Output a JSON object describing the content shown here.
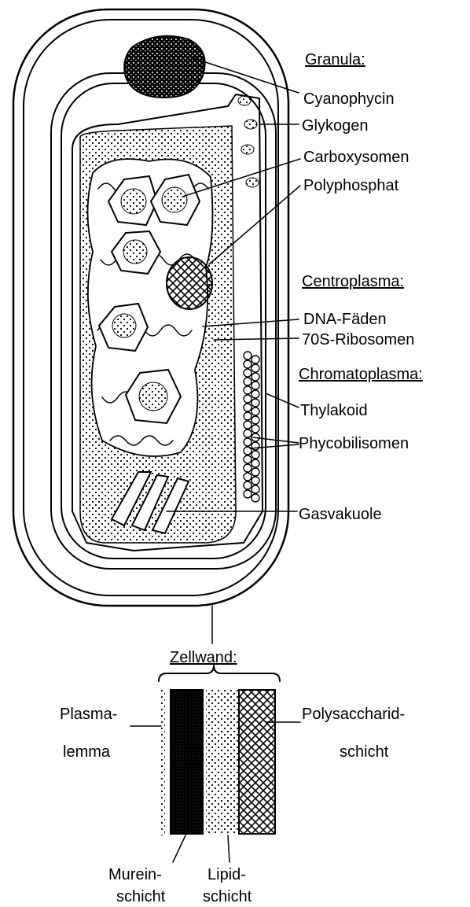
{
  "cell_labels": {
    "granula_header": "Granula:",
    "cyanophycin": "Cyanophycin",
    "glykogen": "Glykogen",
    "carboxysomen": "Carboxysomen",
    "polyphosphat": "Polyphosphat",
    "centroplasma_header": "Centroplasma:",
    "dna_faeden": "DNA-Fäden",
    "ribosomen": "70S-Ribosomen",
    "chromatoplasma_header": "Chromatoplasma:",
    "thylakoid": "Thylakoid",
    "phycobilisomen": "Phycobilisomen",
    "gasvakuole": "Gasvakuole"
  },
  "wall_labels": {
    "header": "Zellwand:",
    "plasmalemma_1": "Plasma-",
    "plasmalemma_2": "lemma",
    "polysaccharid_1": "Polysaccharid-",
    "polysaccharid_2": "schicht",
    "murein_1": "Murein-",
    "murein_2": "schicht",
    "lipid_1": "Lipid-",
    "lipid_2": "schicht"
  }
}
